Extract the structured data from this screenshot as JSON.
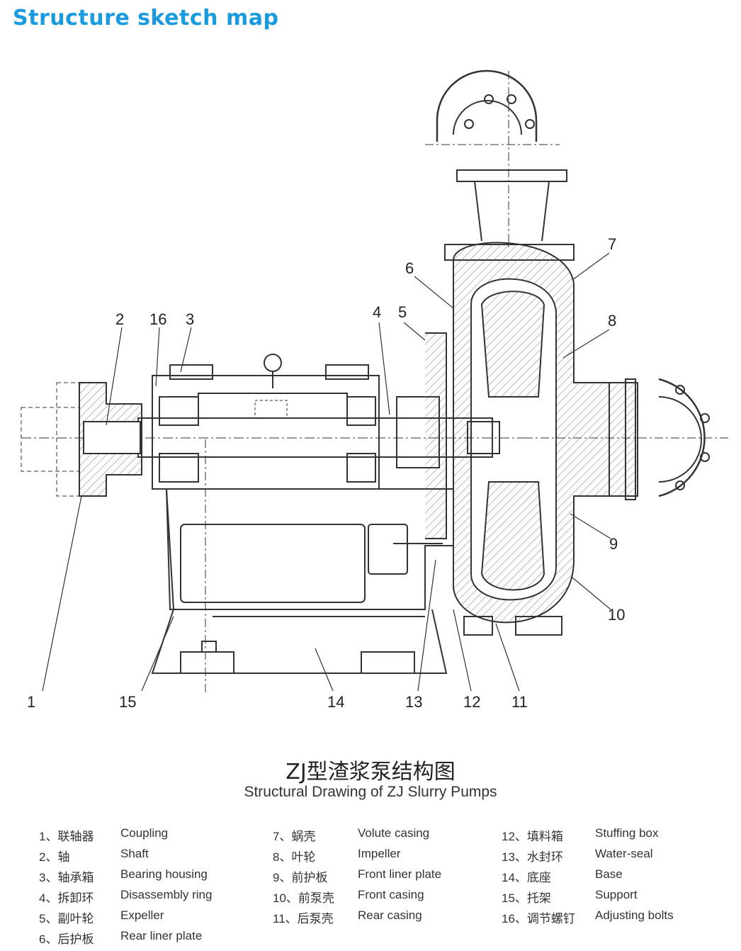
{
  "page": {
    "title": "Structure sketch map"
  },
  "drawing": {
    "caption_cn": "ZJ型渣浆泵结构图",
    "caption_en": "Structural Drawing of ZJ Slurry Pumps",
    "callout_numbers": [
      "1",
      "2",
      "3",
      "4",
      "5",
      "6",
      "7",
      "8",
      "9",
      "10",
      "11",
      "12",
      "13",
      "14",
      "15",
      "16"
    ]
  },
  "legend": [
    {
      "num_cn": "1、联轴器",
      "en": "Coupling"
    },
    {
      "num_cn": "2、轴",
      "en": "Shaft"
    },
    {
      "num_cn": "3、轴承箱",
      "en": "Bearing housing"
    },
    {
      "num_cn": "4、拆卸环",
      "en": "Disassembly ring"
    },
    {
      "num_cn": "5、副叶轮",
      "en": "Expeller"
    },
    {
      "num_cn": "6、后护板",
      "en": "Rear liner plate"
    },
    {
      "num_cn": "7、蜗壳",
      "en": "Volute casing"
    },
    {
      "num_cn": "8、叶轮",
      "en": "Impeller"
    },
    {
      "num_cn": "9、前护板",
      "en": "Front liner plate"
    },
    {
      "num_cn": "10、前泵壳",
      "en": "Front casing"
    },
    {
      "num_cn": "11、后泵壳",
      "en": "Rear casing"
    },
    {
      "num_cn": "12、填料箱",
      "en": "Stuffing box"
    },
    {
      "num_cn": "13、水封环",
      "en": "Water-seal"
    },
    {
      "num_cn": "14、底座",
      "en": "Base"
    },
    {
      "num_cn": "15、托架",
      "en": "Support"
    },
    {
      "num_cn": "16、调节螺钉",
      "en": "Adjusting bolts"
    }
  ]
}
